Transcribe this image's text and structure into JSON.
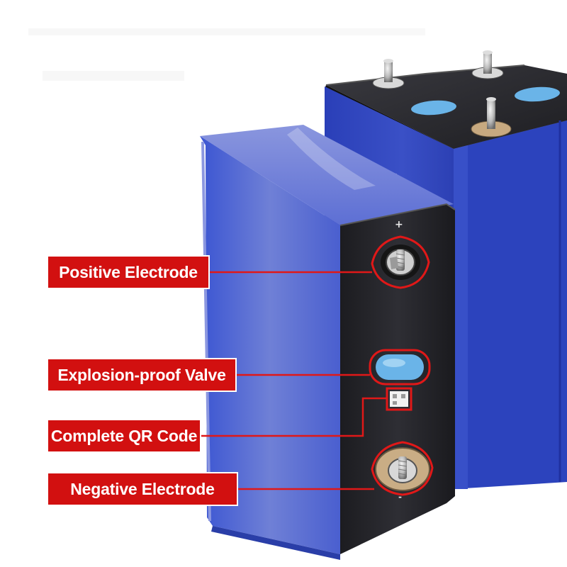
{
  "callouts": {
    "positive_electrode": "Positive Electrode",
    "explosion_proof_valve": "Explosion-proof Valve",
    "complete_qr_code": "Complete QR Code",
    "negative_electrode": "Negative Electrode"
  },
  "polarity": {
    "plus": "+",
    "minus": "-"
  },
  "colors": {
    "callout_red": "#d21010",
    "cell_blue": "#2d45c0",
    "cell_top_black": "#2a2a2e",
    "valve_blue": "#6ab4e8"
  }
}
